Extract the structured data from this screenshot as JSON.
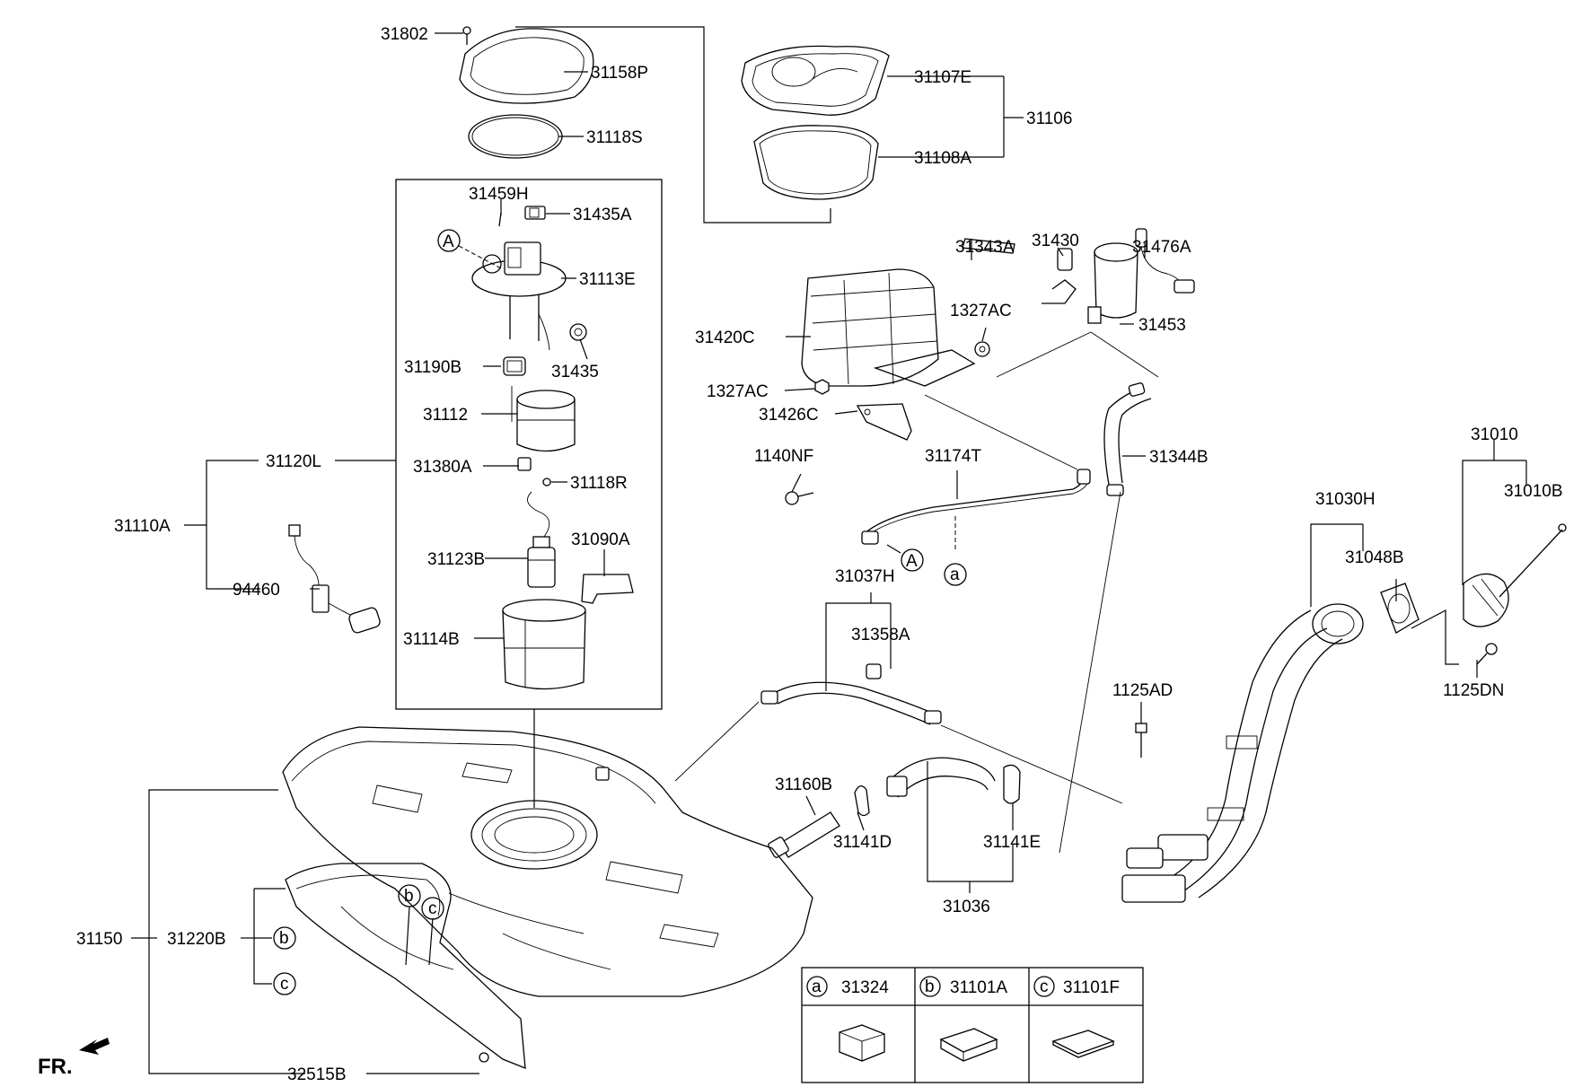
{
  "labels": {
    "l31802": "31802",
    "l31158P": "31158P",
    "l31118S": "31118S",
    "l31107E": "31107E",
    "l31106": "31106",
    "l31108A": "31108A",
    "l31459H": "31459H",
    "l31435A": "31435A",
    "l31113E": "31113E",
    "l31190B": "31190B",
    "l31435": "31435",
    "l31112": "31112",
    "l31380A": "31380A",
    "l31118R": "31118R",
    "l31120L": "31120L",
    "l31110A": "31110A",
    "l31090A": "31090A",
    "l31123B": "31123B",
    "l94460": "94460",
    "l31114B": "31114B",
    "l31343A": "31343A",
    "l31430": "31430",
    "l31476A": "31476A",
    "l1327AC_top": "1327AC",
    "l31453": "31453",
    "l31420C": "31420C",
    "l1327AC_left": "1327AC",
    "l31426C": "31426C",
    "l1140NF": "1140NF",
    "l31174T": "31174T",
    "l31344B": "31344B",
    "l31010": "31010",
    "l31010B": "31010B",
    "l31030H": "31030H",
    "l31048B": "31048B",
    "l31037H": "31037H",
    "l31358A": "31358A",
    "l1125DN": "1125DN",
    "l1125AD": "1125AD",
    "l31160B": "31160B",
    "l31141D": "31141D",
    "l31141E": "31141E",
    "l31036": "31036",
    "l31150": "31150",
    "l31220B": "31220B",
    "l32515B": "32515B"
  },
  "callouts": {
    "A": "A",
    "a": "a",
    "b": "b",
    "c": "c"
  },
  "legend": {
    "col_a_letter": "a",
    "col_a_part": "31324",
    "col_b_letter": "b",
    "col_b_part": "31101A",
    "col_c_letter": "c",
    "col_c_part": "31101F"
  },
  "front_marker": "FR."
}
